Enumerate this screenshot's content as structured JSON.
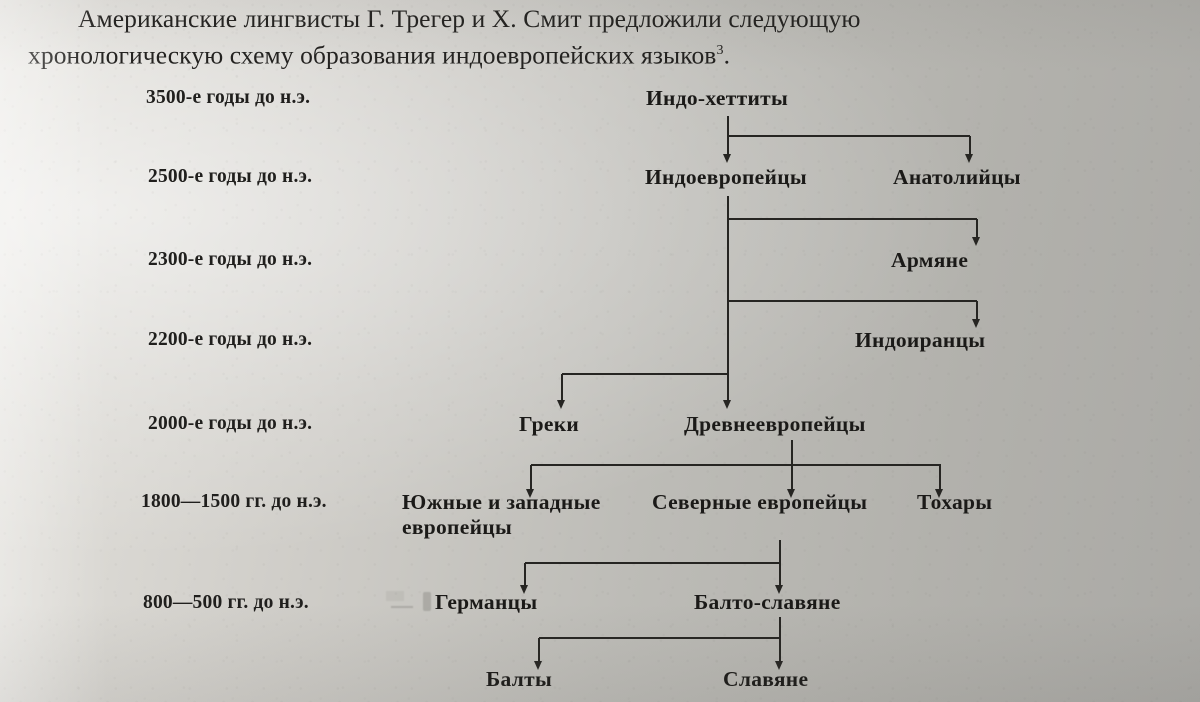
{
  "heading": {
    "line1": "Американские лингвисты Г. Трегер и Х. Смит предложили следующую",
    "line2": "хронологическую схему образования индоевропейских языков",
    "footnote_marker": "3",
    "trailing_period": "."
  },
  "eras": [
    {
      "id": "era-3500",
      "label": "3500-е годы до н.э."
    },
    {
      "id": "era-2500",
      "label": "2500-е годы до н.э."
    },
    {
      "id": "era-2300",
      "label": "2300-е годы до н.э."
    },
    {
      "id": "era-2200",
      "label": "2200-е годы до н.э."
    },
    {
      "id": "era-2000",
      "label": "2000-е годы до н.э."
    },
    {
      "id": "era-1800-1500",
      "label": "1800—1500 гг. до н.э."
    },
    {
      "id": "era-800-500",
      "label": "800—500 гг. до н.э."
    }
  ],
  "nodes": [
    {
      "id": "indo-hittites",
      "label": "Индо-хеттиты"
    },
    {
      "id": "indo-europeans",
      "label": "Индоевропейцы"
    },
    {
      "id": "anatolians",
      "label": "Анатолийцы"
    },
    {
      "id": "armenians",
      "label": "Армяне"
    },
    {
      "id": "indo-iranians",
      "label": "Индоиранцы"
    },
    {
      "id": "greeks",
      "label": "Греки"
    },
    {
      "id": "ancient-europeans",
      "label": "Древнеевропейцы"
    },
    {
      "id": "south-west-europeans",
      "label": "Южные и западные европейцы"
    },
    {
      "id": "north-europeans",
      "label": "Северные европейцы"
    },
    {
      "id": "tocharians",
      "label": "Тохары"
    },
    {
      "id": "germanics",
      "label": "Германцы"
    },
    {
      "id": "balto-slavs",
      "label": "Балто-славяне"
    },
    {
      "id": "balts",
      "label": "Балты"
    },
    {
      "id": "slavs",
      "label": "Славяне"
    }
  ],
  "chart_data": {
    "type": "diagram",
    "title": "Хронологическая схема образования индоевропейских языков (Г. Трегер и Х. Смит)",
    "edges": [
      {
        "from": "indo-hittites",
        "to": "indo-europeans"
      },
      {
        "from": "indo-hittites",
        "to": "anatolians"
      },
      {
        "from": "indo-europeans",
        "to": "armenians"
      },
      {
        "from": "indo-europeans",
        "to": "indo-iranians"
      },
      {
        "from": "indo-europeans",
        "to": "greeks"
      },
      {
        "from": "indo-europeans",
        "to": "ancient-europeans"
      },
      {
        "from": "ancient-europeans",
        "to": "south-west-europeans"
      },
      {
        "from": "ancient-europeans",
        "to": "north-europeans"
      },
      {
        "from": "ancient-europeans",
        "to": "tocharians"
      },
      {
        "from": "north-europeans",
        "to": "germanics"
      },
      {
        "from": "north-europeans",
        "to": "balto-slavs"
      },
      {
        "from": "balto-slavs",
        "to": "balts"
      },
      {
        "from": "balto-slavs",
        "to": "slavs"
      }
    ],
    "levels": [
      {
        "era": "3500-е годы до н.э.",
        "nodes": [
          "indo-hittites"
        ]
      },
      {
        "era": "2500-е годы до н.э.",
        "nodes": [
          "indo-europeans",
          "anatolians"
        ]
      },
      {
        "era": "2300-е годы до н.э.",
        "nodes": [
          "armenians"
        ]
      },
      {
        "era": "2200-е годы до н.э.",
        "nodes": [
          "indo-iranians"
        ]
      },
      {
        "era": "2000-е годы до н.э.",
        "nodes": [
          "greeks",
          "ancient-europeans"
        ]
      },
      {
        "era": "1800—1500 гг. до н.э.",
        "nodes": [
          "south-west-europeans",
          "north-europeans",
          "tocharians"
        ]
      },
      {
        "era": "800—500 гг. до н.э.",
        "nodes": [
          "germanics",
          "balto-slavs"
        ]
      },
      {
        "era": "",
        "nodes": [
          "balts",
          "slavs"
        ]
      }
    ]
  }
}
